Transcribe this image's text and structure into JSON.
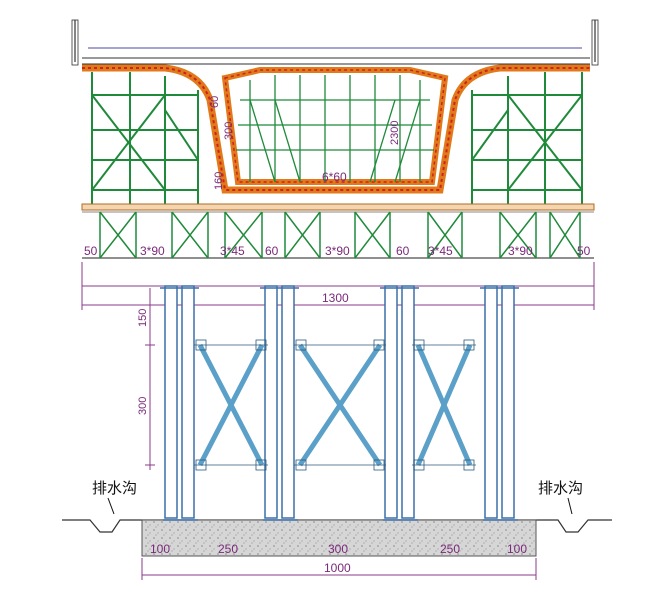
{
  "labels": {
    "drain_left": "排水沟",
    "drain_right": "排水沟"
  },
  "dimensions": {
    "bay_row": [
      "50",
      "3*90",
      "3*45",
      "60",
      "3*90",
      "60",
      "3*45",
      "3*90",
      "50"
    ],
    "total_top": "1300",
    "vertical_150": "150",
    "vertical_300": "300",
    "inner_60": "60",
    "inner_300": "300",
    "inner_160": "160",
    "inner_2300": "2300",
    "inner_6x60": "6*60",
    "foundation_row": [
      "100",
      "250",
      "300",
      "250",
      "100"
    ],
    "total_bottom": "1000"
  },
  "colors": {
    "scaffold": "#1f8a3a",
    "pier": "#3c6fa8",
    "bracing": "#5aa0c8",
    "dimension": "#8a3a8a",
    "formwork": "#e07a1a",
    "formwork_red": "#d02020",
    "concrete": "#cfcfcf"
  }
}
